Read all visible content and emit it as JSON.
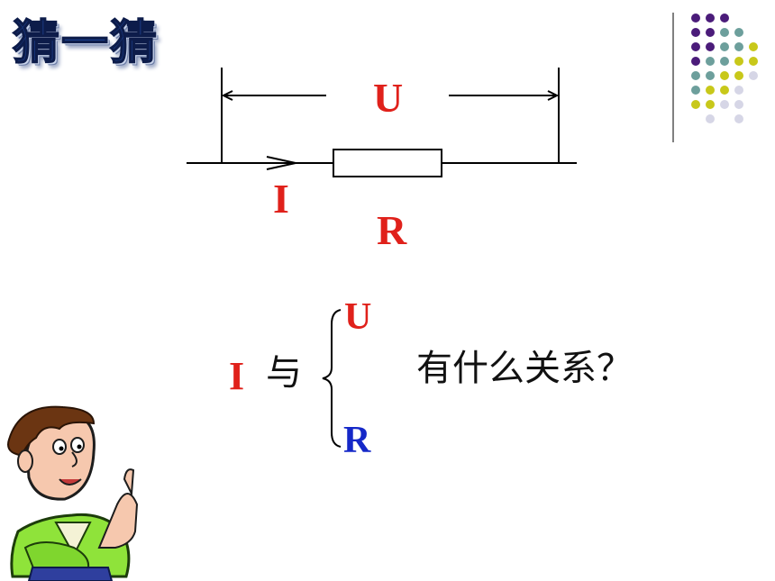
{
  "slide": {
    "title": "猜一猜",
    "circuit": {
      "voltage_label": "U",
      "current_label": "I",
      "resistance_label": "R"
    },
    "question": {
      "subject": "I",
      "connector": "与",
      "option_top": "U",
      "option_bottom": "R",
      "text": "有什么关系？"
    },
    "colors": {
      "red": "#e0211b",
      "blue": "#1528c8",
      "purple": "#4b1c7a",
      "teal": "#6d9f9c",
      "yellow_green": "#c8c81a",
      "lavender": "#d6d6e6"
    }
  }
}
